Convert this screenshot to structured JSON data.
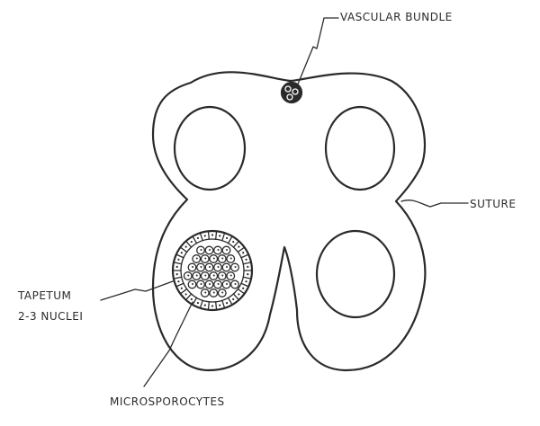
{
  "labels": {
    "vascular_bundle": "VASCULAR BUNDLE",
    "suture": "SUTURE",
    "tapetum": "TAPETUM",
    "tapetum_nuclei": "2-3 NUCLEI",
    "microsporocytes": "MICROSPOROCYTES"
  },
  "colors": {
    "ink": "#2a2a2a",
    "background": "#ffffff"
  }
}
